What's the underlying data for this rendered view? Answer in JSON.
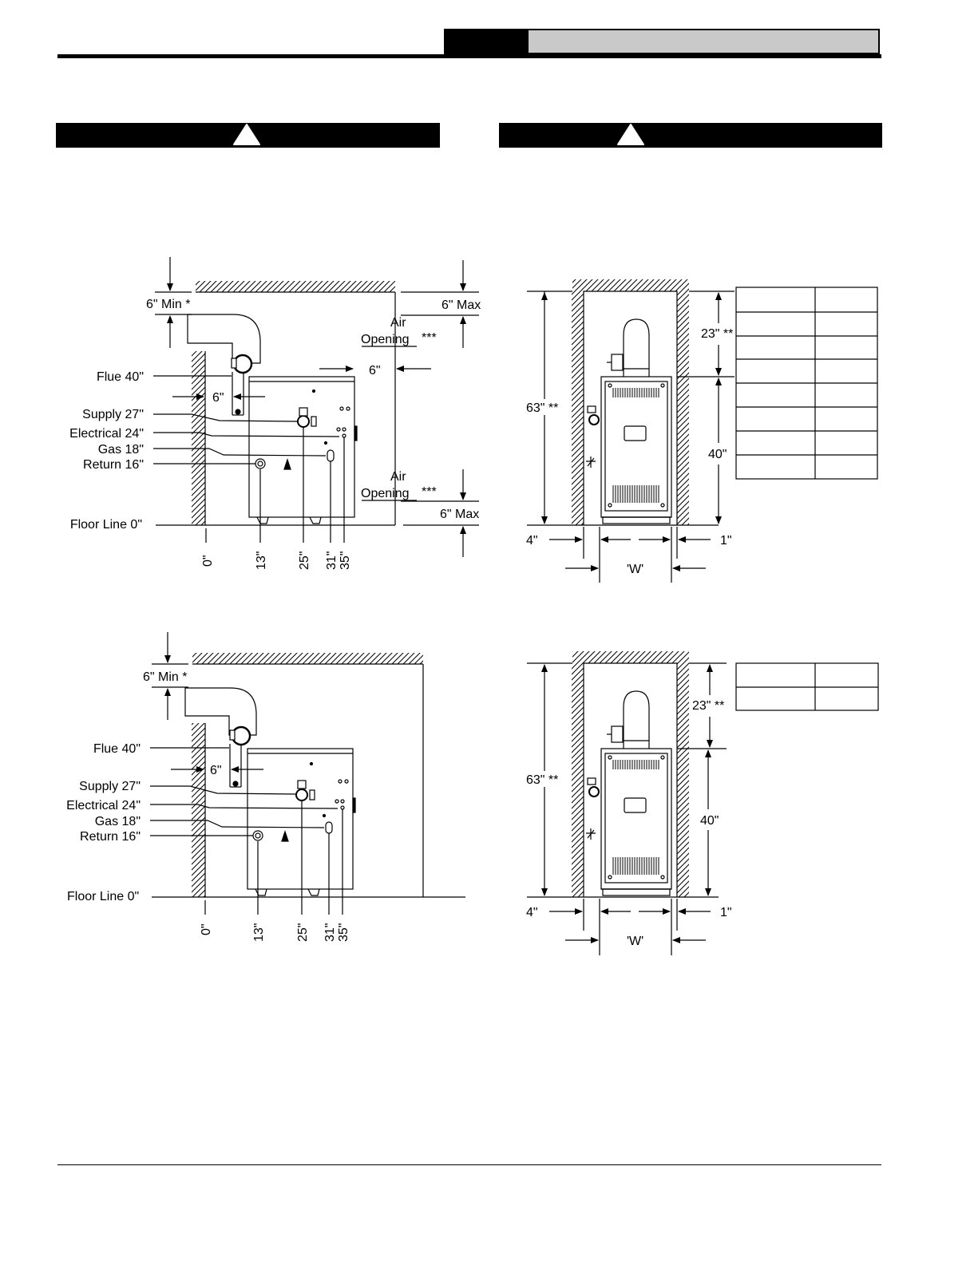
{
  "diagram_top_left": {
    "top_clearance": "6\" Min *",
    "top_air_max": "6\" Max",
    "air_opening_1_line1": "Air",
    "air_opening_1_line2": "Opening",
    "air_opening_1_mark": "***",
    "side_clearance": "6\"",
    "back_clearance": "6\"",
    "flue": "Flue 40\"",
    "supply": "Supply 27\"",
    "electrical": "Electrical 24\"",
    "gas": "Gas 18\"",
    "return": "Return 16\"",
    "air_opening_2_line1": "Air",
    "air_opening_2_line2": "Opening",
    "air_opening_2_mark": "***",
    "bottom_air_max": "6\" Max",
    "floor_line": "Floor Line 0\"",
    "x_ticks": [
      "0\"",
      "13\"",
      "25\"",
      "31\"",
      "35\""
    ]
  },
  "diagram_top_right": {
    "total_height": "63\" **",
    "upper_height": "23\" **",
    "lower_height": "40\"",
    "left_clearance": "4\"",
    "right_clearance": "1\"",
    "width_label": "'W'"
  },
  "diagram_bottom_left": {
    "top_clearance": "6\" Min *",
    "back_clearance": "6\"",
    "flue": "Flue 40\"",
    "supply": "Supply 27\"",
    "electrical": "Electrical 24\"",
    "gas": "Gas 18\"",
    "return": "Return 16\"",
    "floor_line": "Floor Line 0\"",
    "x_ticks": [
      "0\"",
      "13\"",
      "25\"",
      "31\"",
      "35\""
    ]
  },
  "diagram_bottom_right": {
    "total_height": "63\" **",
    "upper_height": "23\" **",
    "lower_height": "40\"",
    "left_clearance": "4\"",
    "right_clearance": "1\"",
    "width_label": "'W'"
  }
}
